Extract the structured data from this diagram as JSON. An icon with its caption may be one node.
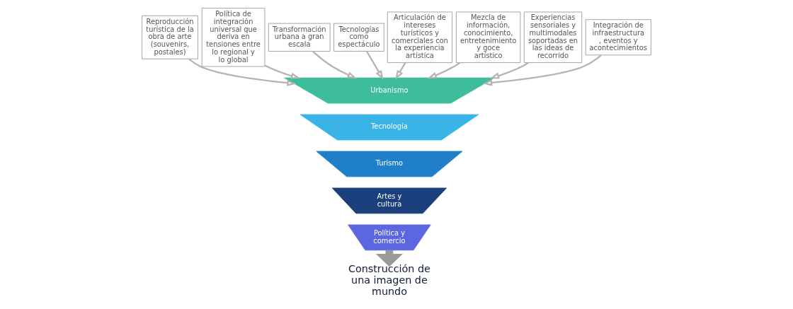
{
  "diagram": {
    "nodes": [
      {
        "text": [
          "Reproducción turística de la obra de arte (souvenirs, postales)"
        ]
      },
      {
        "text": [
          "Política de integración universal que deriva en tensiones entre lo regional y lo global"
        ]
      },
      {
        "text": [
          "Transformación urbana a gran escala"
        ]
      },
      {
        "text": [
          "Tecnologías como espectáculo"
        ]
      },
      {
        "text": [
          "Urbanismo"
        ]
      },
      {
        "text": [
          "Tecnología"
        ]
      },
      {
        "text": [
          "Turismo"
        ]
      },
      {
        "text": [
          "Artes y cultura"
        ]
      },
      {
        "text": [
          "Política y comercio"
        ]
      },
      {
        "text": [
          "Articulación de intereses turísticos y comerciales con la experiencia artística"
        ]
      },
      {
        "text": [
          "Mezcla de información, conocimiento, entretenimiento y goce artístico"
        ]
      },
      {
        "text": [
          "Experiencias sensoriales y multimodales soportadas en las ideas de recorrido"
        ]
      },
      {
        "text": [
          "Integración de infraestructura, eventos y acontecimientos"
        ]
      },
      {
        "text": [
          "Construcción de una imagen de mundo"
        ]
      }
    ],
    "edges": [
      {
        "from": 0,
        "to": 4,
        "arrow": "to"
      },
      {
        "from": 1,
        "to": 4,
        "arrow": "to"
      },
      {
        "from": 2,
        "to": 4,
        "arrow": "to"
      },
      {
        "from": 3,
        "to": 4,
        "arrow": "to"
      },
      {
        "from": 9,
        "to": 4,
        "arrow": "to"
      },
      {
        "from": 10,
        "to": 4,
        "arrow": "to"
      },
      {
        "from": 11,
        "to": 4,
        "arrow": "to"
      },
      {
        "from": 12,
        "to": 4,
        "arrow": "to"
      },
      {
        "from": 8,
        "to": 13,
        "arrow": "to",
        "style": "thick"
      }
    ]
  }
}
